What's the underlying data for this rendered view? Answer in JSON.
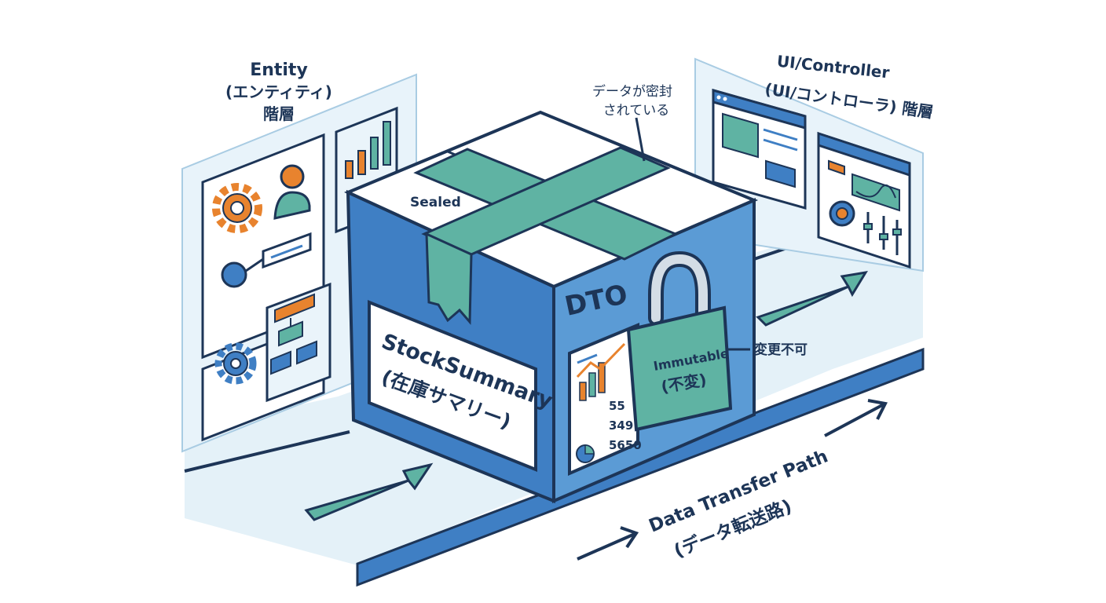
{
  "entity_panel": {
    "title_line1": "Entity",
    "title_line2": "(エンティティ)",
    "title_line3": "階層"
  },
  "ui_panel": {
    "title_line1": "UI/Controller",
    "title_line2": "(UI/コントローラ) 階層"
  },
  "box": {
    "sealed_label": "Sealed",
    "sealed_callout_line1": "データが密封",
    "sealed_callout_line2": "されている",
    "name_line1": "StockSummary",
    "name_line2": "(在庫サマリー)",
    "type_label": "DTO",
    "card_numbers": [
      "55",
      "3491",
      "5650"
    ]
  },
  "lock": {
    "label_line1": "Immutable",
    "label_line2": "(不変)",
    "callout": "変更不可"
  },
  "path": {
    "label_line1": "Data Transfer Path",
    "label_line2": "(データ転送路)"
  },
  "colors": {
    "navy": "#1d3557",
    "blue": "#3f7fc4",
    "teal": "#5fb3a3",
    "orange": "#e8832e",
    "light_blue": "#e4f1f8"
  }
}
